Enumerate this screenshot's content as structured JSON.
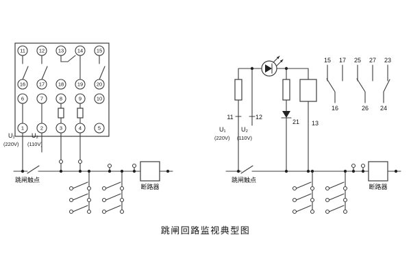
{
  "caption": "跳闸回路监视典型图",
  "labels": {
    "u1": "U₁",
    "u1_volt": "(220V)",
    "u2": "U₂",
    "u2_volt": "(110V)",
    "trip_contact": "跳闸触点",
    "breaker": "断路器"
  },
  "left_socket": {
    "rows": [
      [
        "11",
        "12",
        "13",
        "14",
        "15"
      ],
      [
        "16",
        "17",
        "18",
        "19",
        "20"
      ],
      [
        "6",
        "7",
        "8",
        "9",
        "10"
      ],
      [
        "1",
        "2",
        "3",
        "4",
        "5"
      ]
    ]
  },
  "right_circuit": {
    "terminal_11": "11",
    "terminal_12": "12",
    "terminal_21": "21",
    "terminal_13": "13",
    "top_terminals": [
      "15",
      "17",
      "25",
      "27",
      "23"
    ],
    "bottom_terminals": [
      "16",
      "26",
      "24"
    ]
  }
}
